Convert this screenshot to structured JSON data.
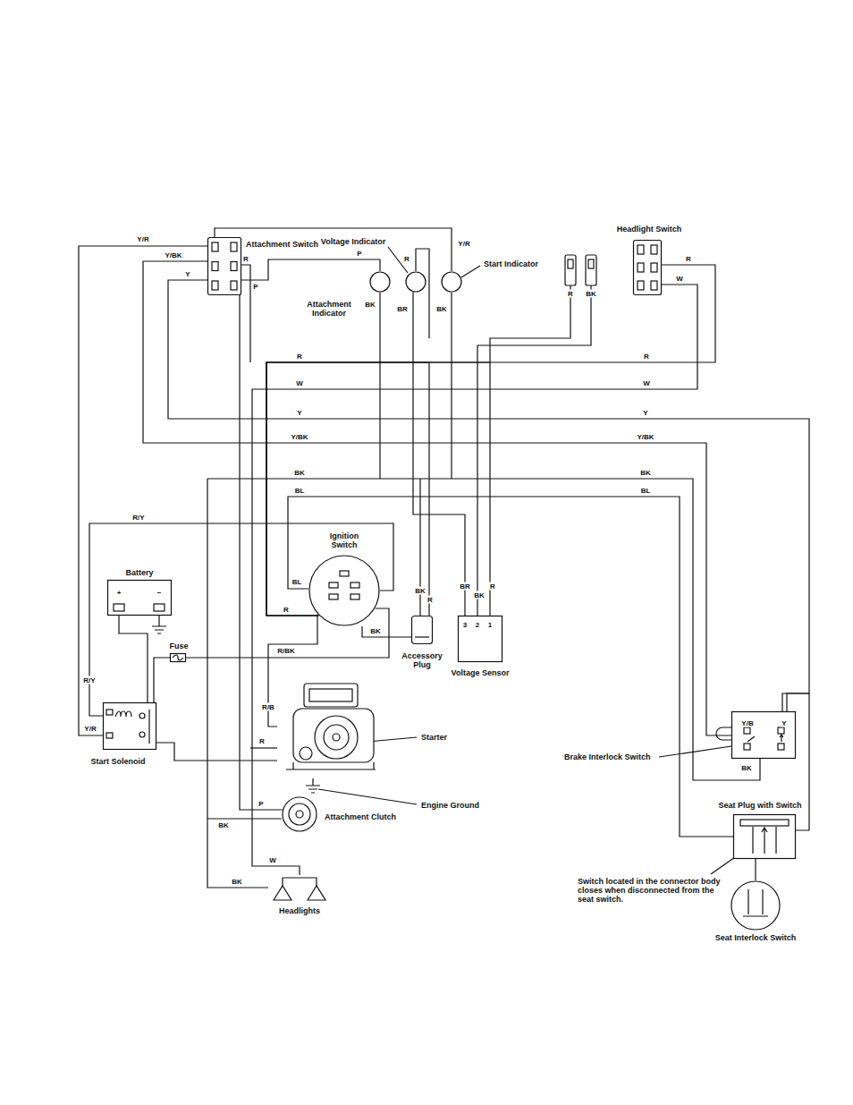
{
  "diagram": {
    "nodes": [
      {
        "text": [
          "Attachment Switch"
        ]
      },
      {
        "text": [
          "Attachment Indicator"
        ]
      },
      {
        "text": [
          "Voltage Indicator"
        ]
      },
      {
        "text": [
          "Start Indicator"
        ]
      },
      {
        "text": [
          "Headlight Switch"
        ]
      },
      {
        "text": [
          "Ignition Switch"
        ]
      },
      {
        "text": [
          "Battery"
        ]
      },
      {
        "text": [
          "Fuse"
        ]
      },
      {
        "text": [
          "Accessory Plug"
        ]
      },
      {
        "text": [
          "Voltage Sensor"
        ]
      },
      {
        "text": [
          "Start Solenoid"
        ]
      },
      {
        "text": [
          "Starter"
        ]
      },
      {
        "text": [
          "Attachment Clutch"
        ]
      },
      {
        "text": [
          "Headlights"
        ]
      },
      {
        "text": [
          "Brake Interlock Switch"
        ]
      },
      {
        "text": [
          "Seat Plug with Switch"
        ]
      },
      {
        "text": [
          "Seat Interlock Switch"
        ]
      }
    ],
    "edges": [
      {
        "from": 0,
        "to": 1,
        "arrow": "none"
      },
      {
        "from": 0,
        "to": 12,
        "arrow": "none"
      },
      {
        "from": 0,
        "to": 3,
        "arrow": "none"
      },
      {
        "from": 0,
        "to": 10,
        "arrow": "none"
      },
      {
        "from": 0,
        "to": 14,
        "arrow": "none"
      },
      {
        "from": 0,
        "to": 14,
        "arrow": "none"
      },
      {
        "from": 4,
        "to": 5,
        "arrow": "none"
      },
      {
        "from": 4,
        "to": 13,
        "arrow": "none"
      },
      {
        "from": 5,
        "to": 15,
        "arrow": "none"
      },
      {
        "from": 5,
        "to": 10,
        "arrow": "none"
      },
      {
        "from": 7,
        "to": 5,
        "arrow": "none"
      },
      {
        "from": 6,
        "to": 10,
        "arrow": "none"
      },
      {
        "from": 7,
        "to": 10,
        "arrow": "none"
      },
      {
        "from": 10,
        "to": 11,
        "arrow": "none"
      },
      {
        "from": 9,
        "to": 2,
        "arrow": "none"
      },
      {
        "from": 8,
        "to": 5,
        "arrow": "none"
      },
      {
        "from": 9,
        "to": 5,
        "arrow": "none"
      },
      {
        "from": 15,
        "to": 14,
        "arrow": "none"
      },
      {
        "from": 15,
        "to": 16,
        "arrow": "none"
      },
      {
        "from": 5,
        "to": 11,
        "arrow": "none"
      }
    ],
    "labels": [
      "+",
      "−",
      "3",
      "2",
      "1",
      "Y/B",
      "Y",
      "BK",
      "Switch located in the connector body closes when disconnected from the seat switch.",
      "Engine Ground",
      "Y/R",
      "Y/BK",
      "Y",
      "R",
      "P",
      "P",
      "R",
      "Y/R",
      "BK",
      "BR",
      "BK",
      "R",
      "BK",
      "R",
      "W",
      "R",
      "R",
      "W",
      "W",
      "Y",
      "Y",
      "Y/BK",
      "Y/BK",
      "BK",
      "BK",
      "BL",
      "BL",
      "R/Y",
      "BL",
      "R",
      "BK",
      "R/BK",
      "BK",
      "R",
      "BR",
      "BK",
      "R",
      "R/Y",
      "Y/R",
      "R/B",
      "R",
      "P",
      "BK",
      "W",
      "BK"
    ]
  }
}
